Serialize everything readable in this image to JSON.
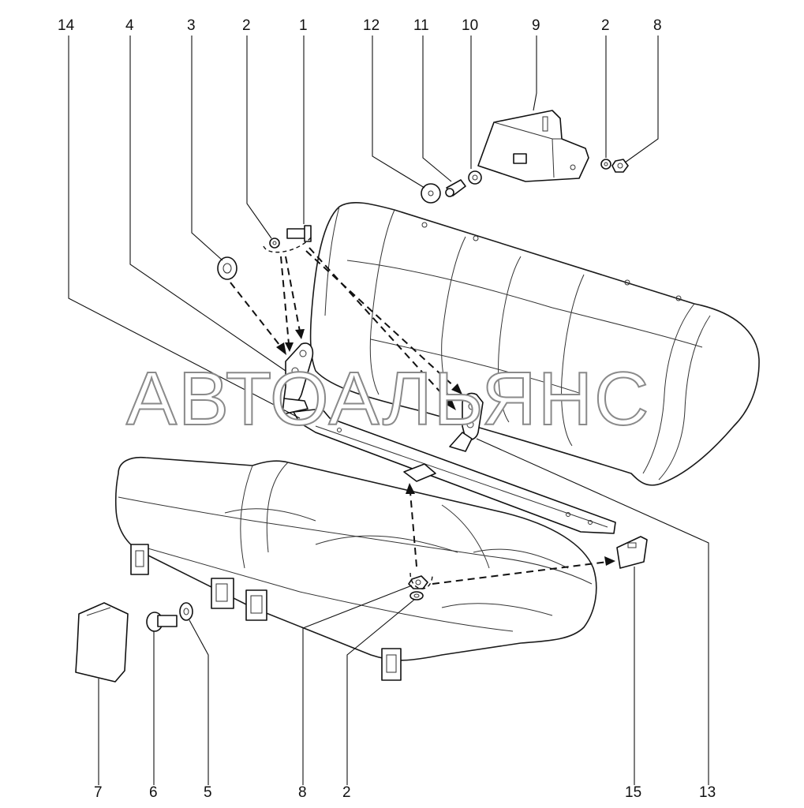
{
  "watermark": "АВТОАЛЬЯНС",
  "callouts_top": [
    "14",
    "4",
    "3",
    "2",
    "1",
    "12",
    "11",
    "10",
    "9",
    "2",
    "8"
  ],
  "callouts_bottom": [
    "7",
    "6",
    "5",
    "8",
    "2",
    "15",
    "13"
  ]
}
